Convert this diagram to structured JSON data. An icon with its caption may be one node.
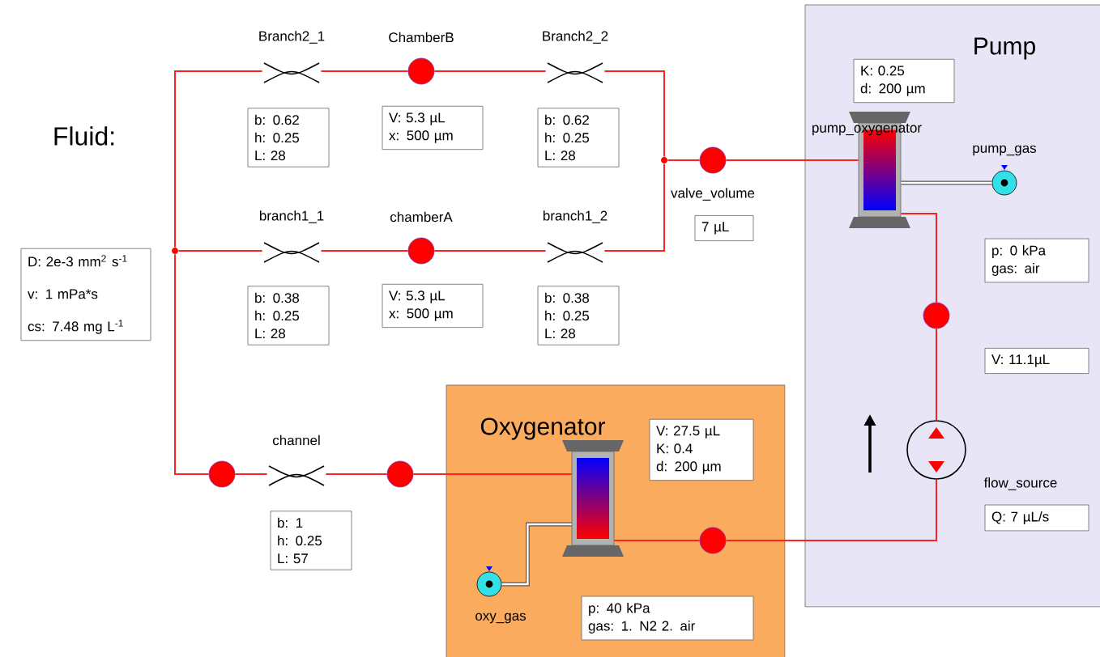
{
  "diagram": {
    "nodes": [
      {
        "text": [
          "Fluid:",
          "D: 2e-3 mm$^{2}$ s$^{-1}$",
          "v: 1 mPa*s",
          "cs: 7.48 mg L$^{-1}$"
        ]
      },
      {
        "text": [
          "Pump"
        ]
      },
      {
        "text": [
          "Oxygenator"
        ]
      },
      {
        "text": [
          "Branch2_1"
        ],
        "beside": [
          "b: 0.62",
          "h: 0.25",
          "L: 28"
        ]
      },
      {
        "text": [
          "ChamberB"
        ],
        "beside": [
          "V: 5.3 µL",
          "x: 500 µm"
        ]
      },
      {
        "text": [
          "Branch2_2"
        ],
        "beside": [
          "b: 0.62",
          "h: 0.25",
          "L: 28"
        ]
      },
      {
        "text": [
          "branch1_1"
        ],
        "beside": [
          "b: 0.38",
          "h: 0.25",
          "L: 28"
        ]
      },
      {
        "text": [
          "chamberA"
        ],
        "beside": [
          "V: 5.3 µL",
          "x: 500 µm"
        ]
      },
      {
        "text": [
          "branch1_2"
        ],
        "beside": [
          "b: 0.38",
          "h: 0.25",
          "L: 28"
        ]
      },
      {
        "text": [],
        "shape": "circle"
      },
      {
        "text": [],
        "shape": "circle"
      },
      {
        "text": [
          "valve_volume"
        ],
        "beside": [
          "7 µL"
        ]
      },
      {
        "text": [
          "pump_oxygenator"
        ],
        "in": 1,
        "beside": [
          "K: 0.25",
          "d: 200 µm"
        ]
      },
      {
        "text": [
          "pump_gas"
        ],
        "in": 1,
        "beside": [
          "p: 0 kPa",
          "gas: air"
        ]
      },
      {
        "text": [],
        "shape": "circle",
        "in": 1,
        "beside": [
          "V: 11.1µL"
        ]
      },
      {
        "text": [
          "flow_source"
        ],
        "in": 1,
        "beside": [
          "Q: 7 µL/s"
        ]
      },
      {
        "text": [],
        "shape": "circle"
      },
      {
        "text": [
          "channel"
        ],
        "beside": [
          "b: 1",
          "h: 0.25",
          "L: 57"
        ]
      },
      {
        "text": [],
        "shape": "circle"
      },
      {
        "text": [],
        "shape": "box",
        "in": 2,
        "beside": [
          "V: 27.5 µL",
          "K: 0.4",
          "d: 200 µm"
        ]
      },
      {
        "text": [],
        "shape": "circle",
        "in": 2
      },
      {
        "text": [
          "oxy_gas"
        ],
        "in": 2,
        "beside": [
          "p: 40 kPa",
          "gas: 1. N2 2. air"
        ]
      }
    ],
    "edges": [
      {
        "from": 9,
        "to": 3,
        "arrow": "none"
      },
      {
        "from": 3,
        "to": 4,
        "arrow": "none"
      },
      {
        "from": 4,
        "to": 5,
        "arrow": "none"
      },
      {
        "from": 5,
        "to": 10,
        "arrow": "none"
      },
      {
        "from": 9,
        "to": 6,
        "arrow": "none"
      },
      {
        "from": 6,
        "to": 7,
        "arrow": "none"
      },
      {
        "from": 7,
        "to": 8,
        "arrow": "none"
      },
      {
        "from": 8,
        "to": 10,
        "arrow": "none"
      },
      {
        "from": 10,
        "to": 11,
        "arrow": "none"
      },
      {
        "from": 11,
        "to": 12,
        "arrow": "none"
      },
      {
        "from": 12,
        "to": 14,
        "arrow": "none"
      },
      {
        "from": 14,
        "to": 15,
        "arrow": "none"
      },
      {
        "from": 15,
        "to": 20,
        "arrow": "none"
      },
      {
        "from": 20,
        "to": 19,
        "arrow": "none"
      },
      {
        "from": 19,
        "to": 18,
        "arrow": "none"
      },
      {
        "from": 18,
        "to": 17,
        "arrow": "none"
      },
      {
        "from": 17,
        "to": 16,
        "arrow": "none"
      },
      {
        "from": 16,
        "to": 9,
        "arrow": "none"
      },
      {
        "from": 21,
        "to": 19,
        "arrow": "none",
        "color": "#555555"
      },
      {
        "from": 13,
        "to": 12,
        "arrow": "none",
        "color": "#555555"
      }
    ]
  }
}
